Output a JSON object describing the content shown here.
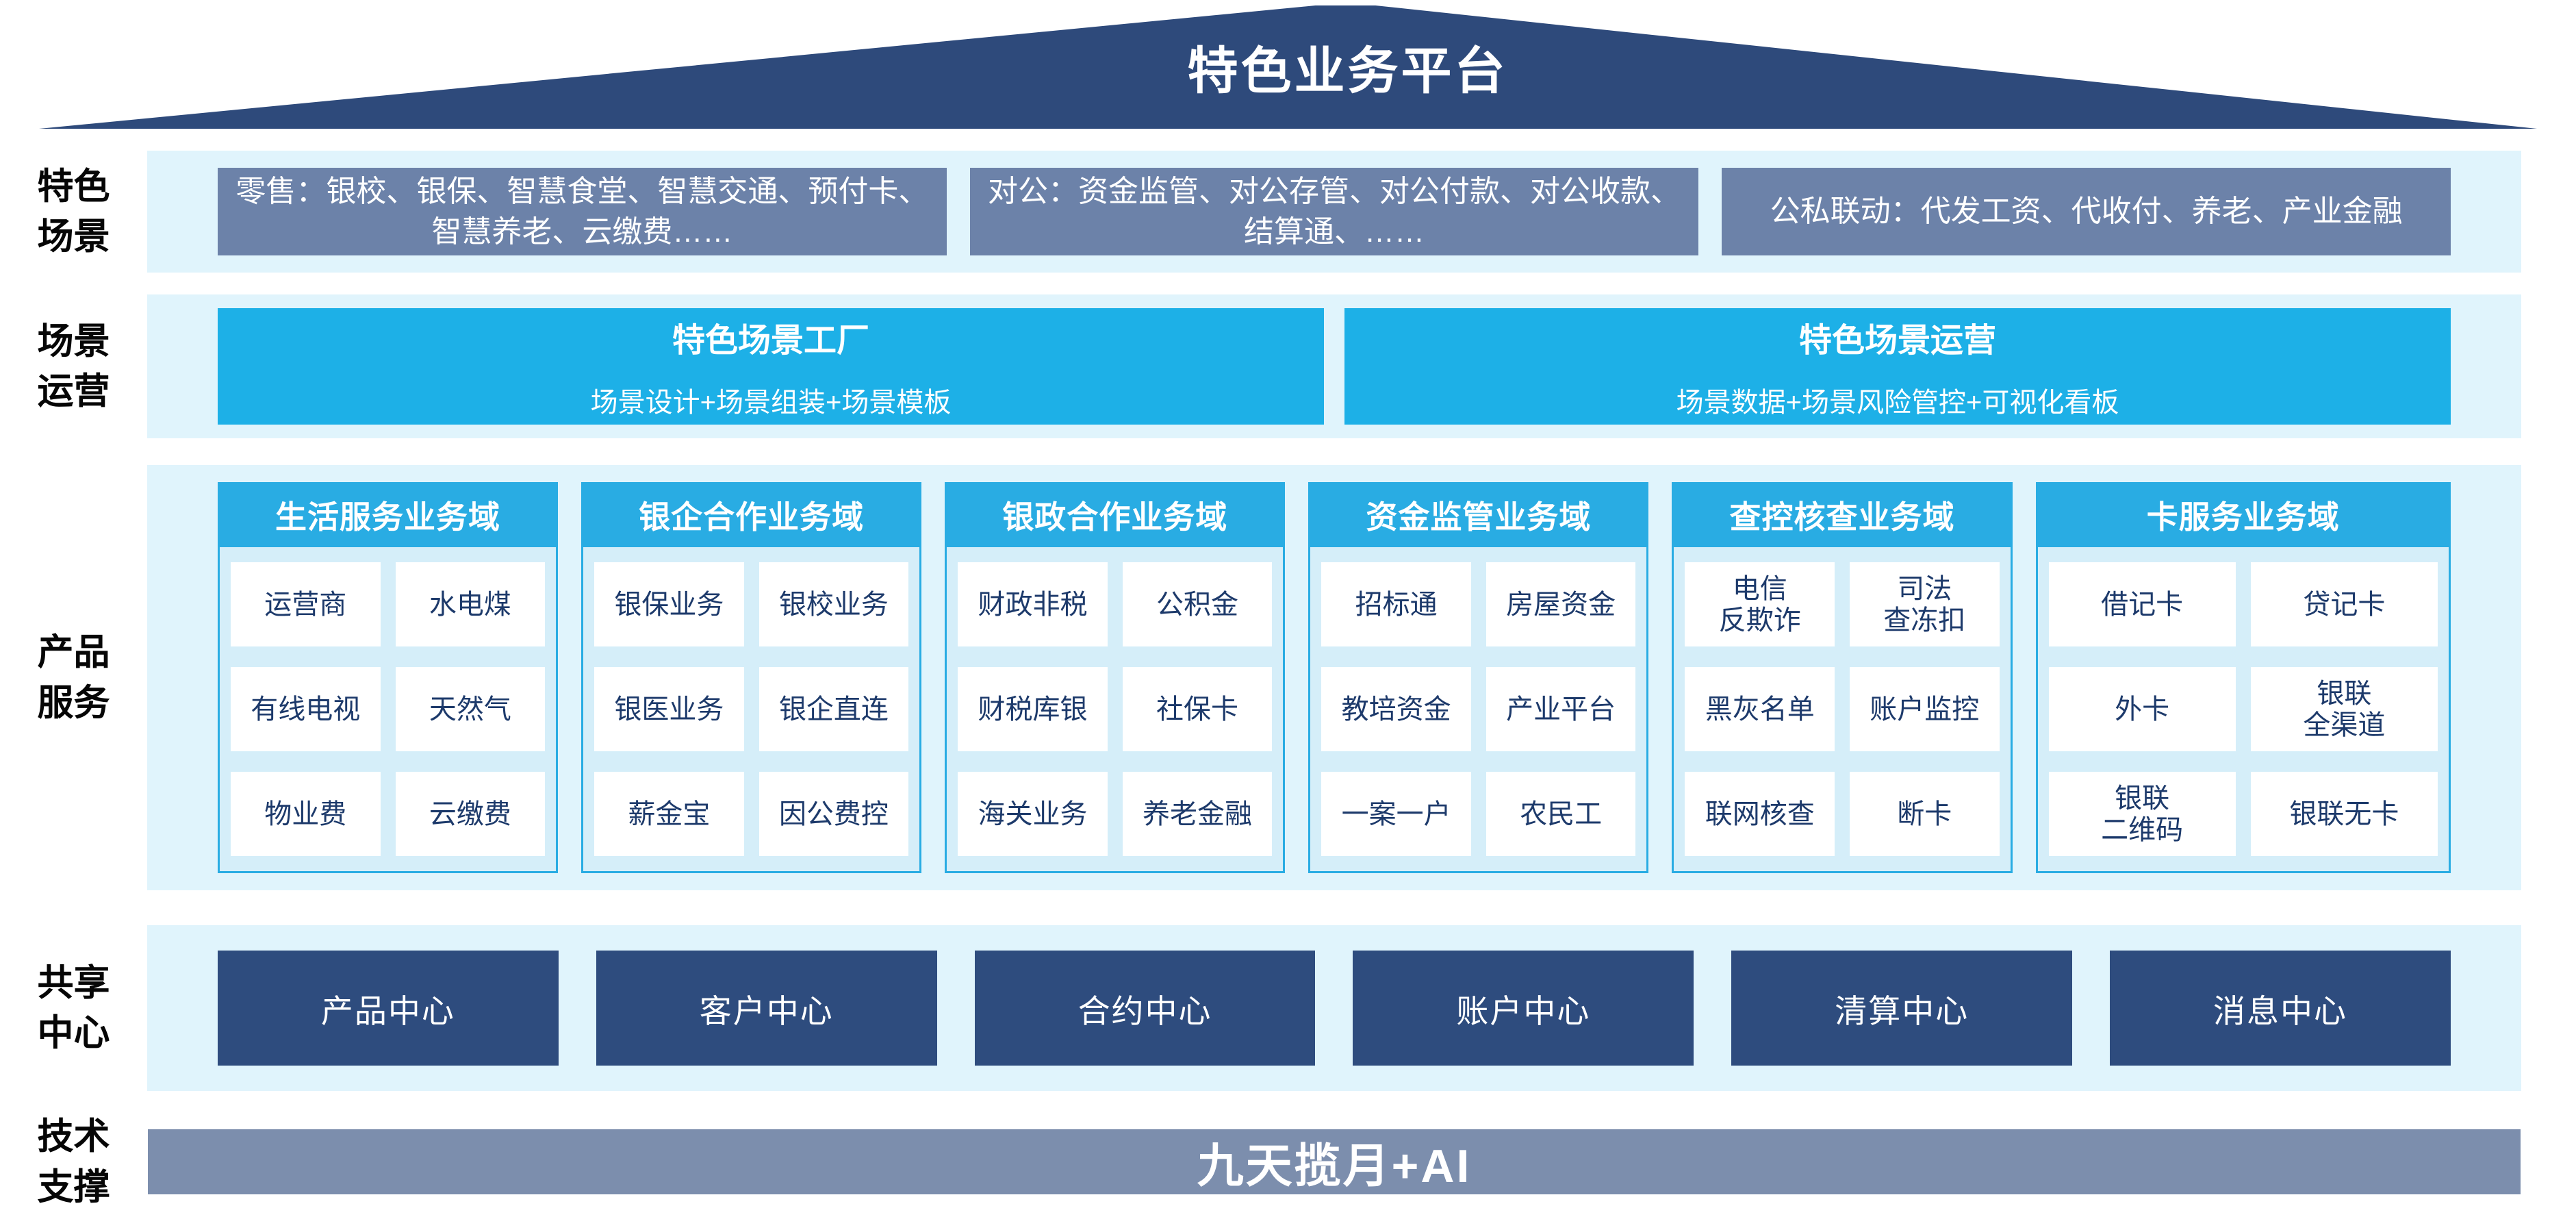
{
  "title": "特色业务平台",
  "colors": {
    "roof_navy": "#2E4A7B",
    "scene_steel_blue": "#6C82A9",
    "band_light_blue": "#E0F4FC",
    "ops_cyan": "#1DB0E7",
    "header_cyan": "#29ACE3",
    "column_body_blue": "#D5EEF9",
    "item_text_navy": "#1D3A6B",
    "center_navy": "#2E4C7E",
    "tech_slate": "#7C8EAD"
  },
  "row_labels": [
    "特色\n场景",
    "场景\n运营",
    "产品\n服务",
    "共享\n中心",
    "技术\n支撑"
  ],
  "scenes": {
    "boxes": [
      "零售：银校、银保、智慧食堂、智慧交通、预付卡、智慧养老、云缴费……",
      "对公：资金监管、对公存管、对公付款、对公收款、结算通、……",
      "公私联动：代发工资、代收付、养老、产业金融"
    ]
  },
  "operations": {
    "boxes": [
      {
        "title": "特色场景工厂",
        "subtitle": "场景设计+场景组装+场景模板"
      },
      {
        "title": "特色场景运营",
        "subtitle": "场景数据+场景风险管控+可视化看板"
      }
    ]
  },
  "products": {
    "columns": [
      {
        "header": "生活服务业务域",
        "items": [
          "运营商",
          "水电煤",
          "有线电视",
          "天然气",
          "物业费",
          "云缴费"
        ]
      },
      {
        "header": "银企合作业务域",
        "items": [
          "银保业务",
          "银校业务",
          "银医业务",
          "银企直连",
          "薪金宝",
          "因公费控"
        ]
      },
      {
        "header": "银政合作业务域",
        "items": [
          "财政非税",
          "公积金",
          "财税库银",
          "社保卡",
          "海关业务",
          "养老金融"
        ]
      },
      {
        "header": "资金监管业务域",
        "items": [
          "招标通",
          "房屋资金",
          "教培资金",
          "产业平台",
          "一案一户",
          "农民工"
        ]
      },
      {
        "header": "查控核查业务域",
        "items": [
          "电信\n反欺诈",
          "司法\n查冻扣",
          "黑灰名单",
          "账户监控",
          "联网核查",
          "断卡"
        ]
      },
      {
        "header": "卡服务业务域",
        "items": [
          "借记卡",
          "贷记卡",
          "外卡",
          "银联\n全渠道",
          "银联\n二维码",
          "银联无卡"
        ]
      }
    ]
  },
  "centers": [
    "产品中心",
    "客户中心",
    "合约中心",
    "账户中心",
    "清算中心",
    "消息中心"
  ],
  "tech": {
    "label": "九天揽月+AI"
  }
}
